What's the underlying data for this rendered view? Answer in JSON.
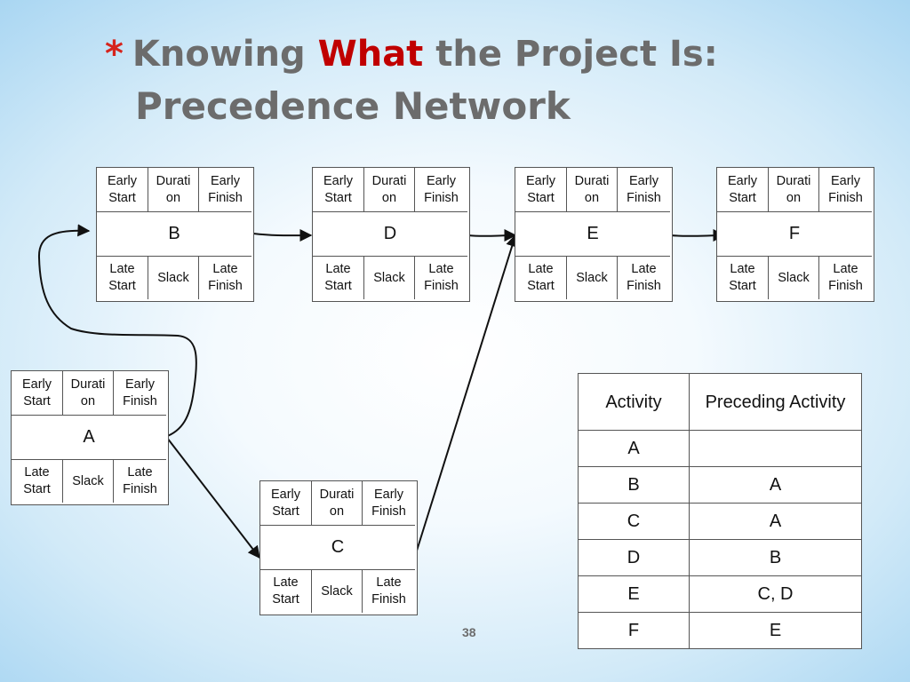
{
  "title": {
    "bullet": "*",
    "line1_pre": "Knowing",
    "line1_highlight": "What",
    "line1_post": "the Project Is:",
    "line2": "Precedence Network"
  },
  "node_labels": {
    "early_start": "Early Start",
    "duration": "Durati on",
    "early_finish": "Early Finish",
    "late_start": "Late Start",
    "slack": "Slack",
    "late_finish": "Late Finish"
  },
  "nodes": {
    "A": "A",
    "B": "B",
    "C": "C",
    "D": "D",
    "E": "E",
    "F": "F"
  },
  "table": {
    "headers": [
      "Activity",
      "Preceding Activity"
    ],
    "rows": [
      [
        "A",
        ""
      ],
      [
        "B",
        "A"
      ],
      [
        "C",
        "A"
      ],
      [
        "D",
        "B"
      ],
      [
        "E",
        "C, D"
      ],
      [
        "F",
        "E"
      ]
    ]
  },
  "page_number": "38",
  "colors": {
    "accent": "#c00000",
    "bullet": "#d6241c",
    "title_gray": "#6c6c6c"
  }
}
